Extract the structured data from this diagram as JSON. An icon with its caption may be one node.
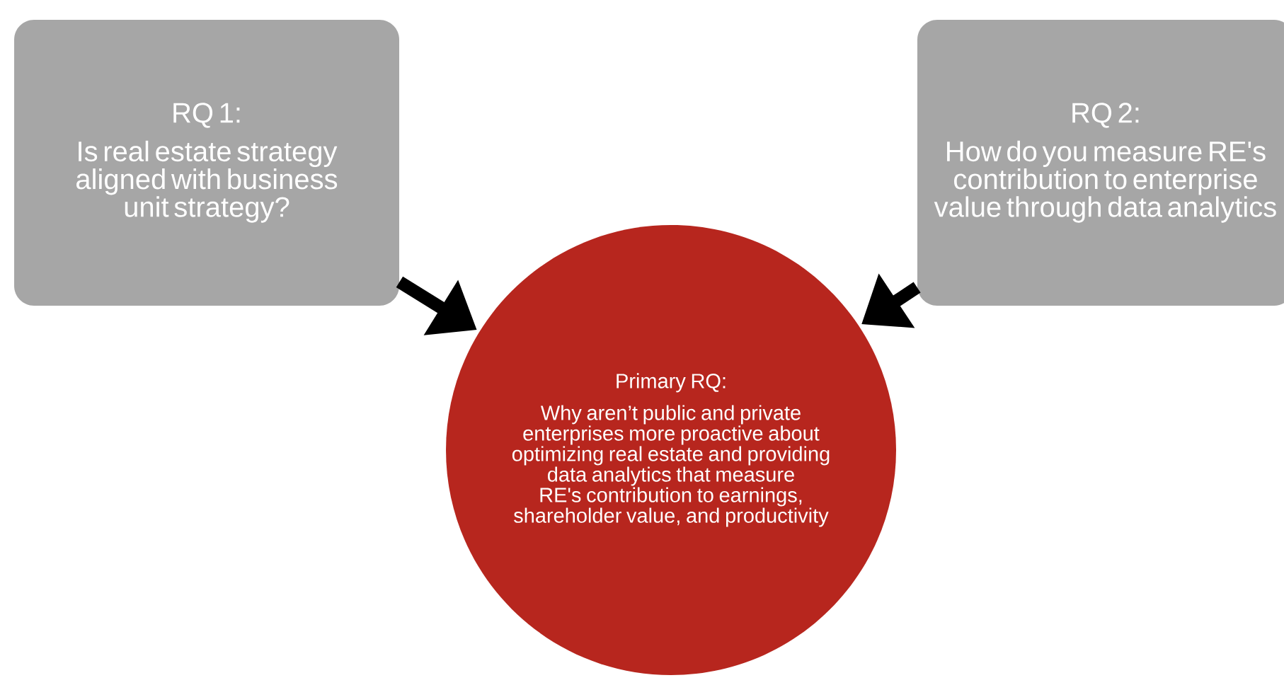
{
  "diagram": {
    "nodes": [
      {
        "text": [
          "RQ 1:",
          "Is real estate strategy aligned with business unit strategy?"
        ]
      },
      {
        "text": [
          "RQ 2:",
          "How do you measure RE's contribution to enterprise value through data analytics"
        ]
      },
      {
        "text": [
          "Primary RQ:",
          "Why aren’t public and private enterprises more proactive about optimizing real estate and providing data analytics that measure RE's contribution to earnings, shareholder value, and productivity"
        ]
      }
    ],
    "edges": [
      {
        "from": 0,
        "to": 2,
        "arrow": "to"
      },
      {
        "from": 1,
        "to": 2,
        "arrow": "to"
      }
    ]
  }
}
